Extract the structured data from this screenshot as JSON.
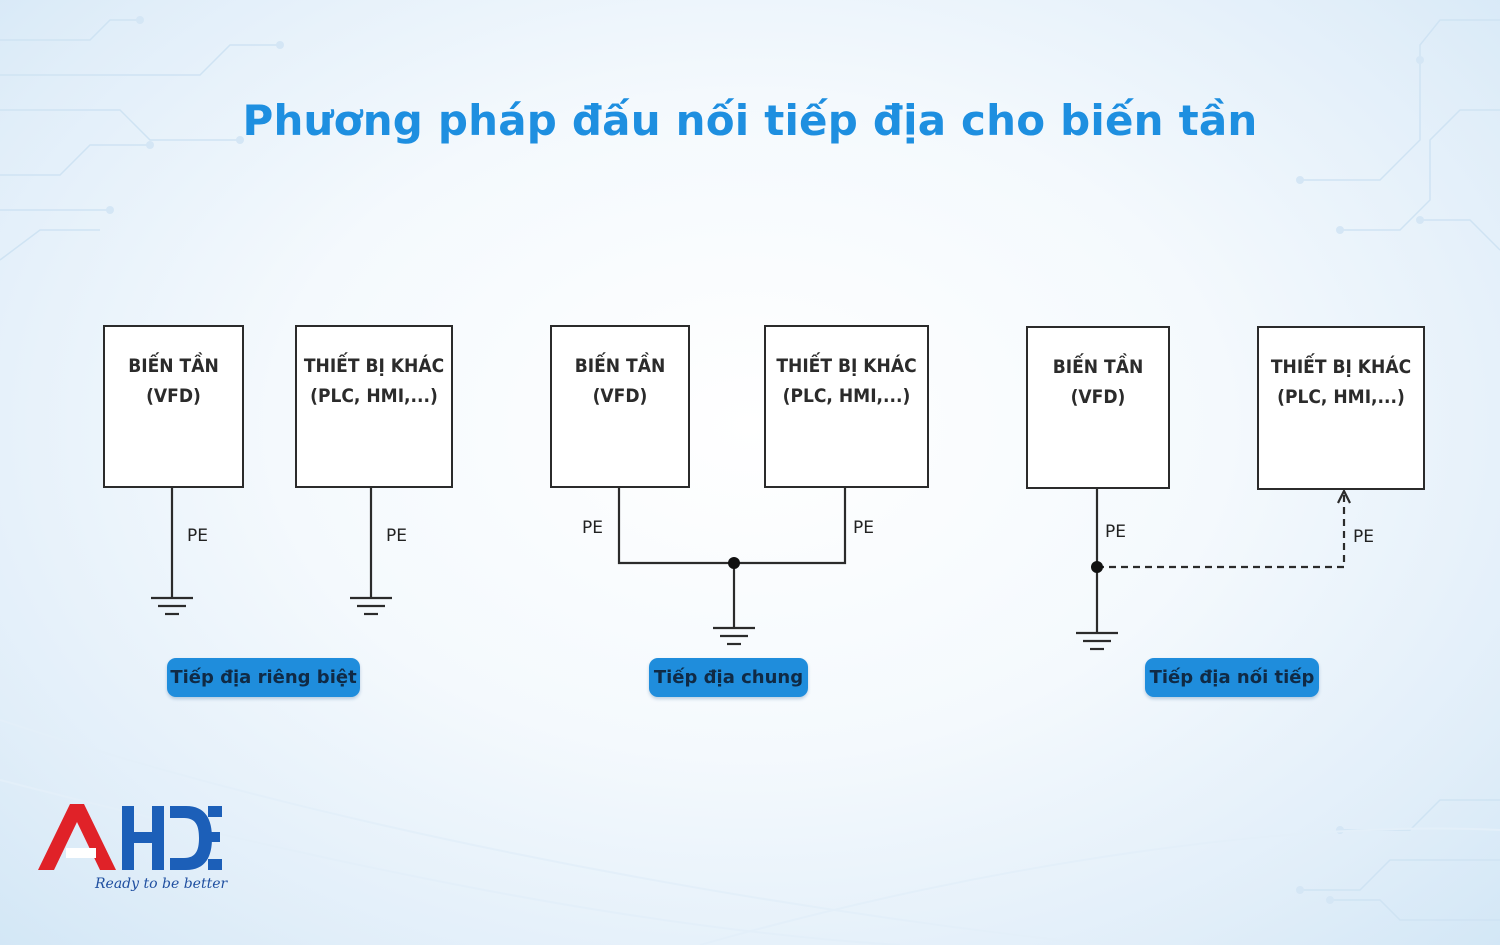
{
  "title": "Phương pháp đấu nối tiếp địa cho biến tần",
  "diagrams": [
    {
      "vfd_box": {
        "line1": "BIẾN TẦN",
        "line2": "(VFD)"
      },
      "other_box": {
        "line1": "THIẾT BỊ KHÁC",
        "line2": "(PLC, HMI,...)"
      },
      "pe_left": "PE",
      "pe_right": "PE",
      "label": "Tiếp địa riêng biệt"
    },
    {
      "vfd_box": {
        "line1": "BIẾN TẦN",
        "line2": "(VFD)"
      },
      "other_box": {
        "line1": "THIẾT BỊ KHÁC",
        "line2": "(PLC, HMI,...)"
      },
      "pe_left": "PE",
      "pe_right": "PE",
      "label": "Tiếp địa chung"
    },
    {
      "vfd_box": {
        "line1": "BIẾN TẦN",
        "line2": "(VFD)"
      },
      "other_box": {
        "line1": "THIẾT BỊ KHÁC",
        "line2": "(PLC, HMI,...)"
      },
      "pe_left": "PE",
      "pe_right": "PE",
      "label": "Tiếp địa nối tiếp"
    }
  ],
  "logo": {
    "text": "AHDE",
    "tagline": "Ready to be better"
  },
  "colors": {
    "title": "#1e8fe0",
    "pill": "#1f8ddc",
    "line": "#2b2b2b",
    "logo_red": "#e02228",
    "logo_blue": "#1c5fb8"
  }
}
